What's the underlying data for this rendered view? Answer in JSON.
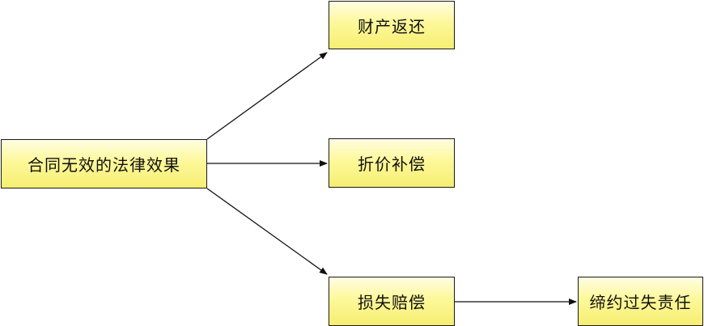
{
  "diagram": {
    "nodes": {
      "root": {
        "label": "合同无效的法律效果"
      },
      "property_return": {
        "label": "财产返还"
      },
      "compensation_at_price": {
        "label": "折价补偿"
      },
      "damages": {
        "label": "损失赔偿"
      },
      "culpa_in_contrahendo": {
        "label": "缔约过失责任"
      }
    },
    "edges": [
      {
        "from": "root",
        "to": "property_return"
      },
      {
        "from": "root",
        "to": "compensation_at_price"
      },
      {
        "from": "root",
        "to": "damages"
      },
      {
        "from": "damages",
        "to": "culpa_in_contrahendo"
      }
    ],
    "colors": {
      "node_fill_top": "#fffde2",
      "node_fill_bottom": "#f6ee72",
      "node_border": "#1a1a1a",
      "arrow": "#111111"
    }
  }
}
